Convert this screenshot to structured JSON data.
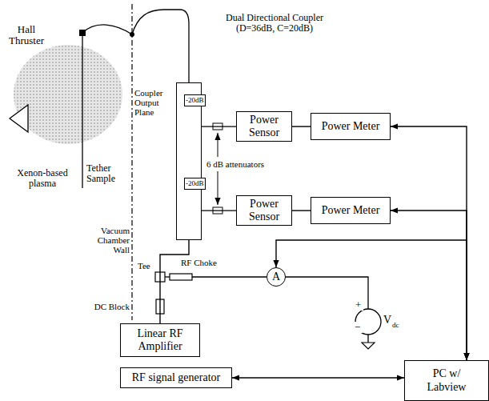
{
  "diagram": {
    "nodes": [
      {
        "text": [
          "-20dB",
          "-20dB"
        ]
      },
      {
        "text": [
          "Power Sensor"
        ]
      },
      {
        "text": [
          "Power Meter"
        ]
      },
      {
        "text": [
          "Power Sensor"
        ]
      },
      {
        "text": [
          "Power Meter"
        ]
      },
      {
        "text": [
          "A"
        ]
      },
      {
        "text": [
          "Linear RF Amplifier"
        ]
      },
      {
        "text": [
          "RF signal generator"
        ]
      },
      {
        "text": [
          "PC w/ Labview"
        ]
      }
    ],
    "edges": [
      {
        "from": 0,
        "to": 1,
        "arrow": "none"
      },
      {
        "from": 0,
        "to": 3,
        "arrow": "none"
      },
      {
        "from": 1,
        "to": 2,
        "arrow": "none"
      },
      {
        "from": 3,
        "to": 4,
        "arrow": "none"
      },
      {
        "from": 2,
        "to": 8,
        "arrow": "both"
      },
      {
        "from": 4,
        "to": 8,
        "arrow": "both"
      },
      {
        "from": 5,
        "to": 8,
        "arrow": "both"
      },
      {
        "from": 6,
        "to": 0,
        "arrow": "none"
      },
      {
        "from": 7,
        "to": 8,
        "arrow": "both"
      }
    ],
    "labels": [
      "Hall Thruster",
      "Xenon-based plasma",
      "Tether Sample",
      "Vacuum Chamber Wall",
      "Coupler Output Plane",
      "Dual Directional Coupler (D=36dB, C=20dB)",
      "6 dB attenuators",
      "Tee",
      "RF Choke",
      "DC Block",
      "+",
      "V",
      "dc",
      "−"
    ]
  }
}
